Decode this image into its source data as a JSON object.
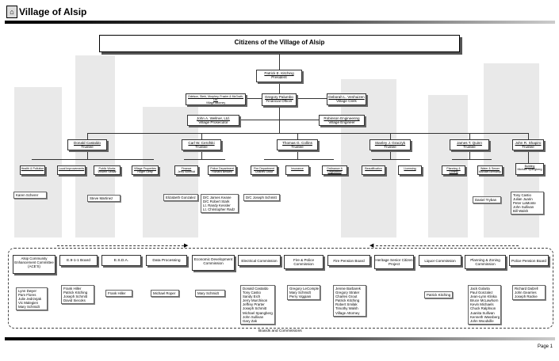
{
  "header": {
    "title": "Village of Alsip"
  },
  "chart": {
    "title": "Citizens of the Village of Alsip"
  },
  "president": {
    "name": "Patrick E. Kitching",
    "title": "President"
  },
  "financial_officer": {
    "name": "Gregory Palumbo",
    "title": "Financial Officer"
  },
  "village_attorney": {
    "name": "Odelson, Sterk, Murphey, Frazier & McGrath, Ltd.",
    "title": "Village Attorney"
  },
  "village_clerk": {
    "name": "Deborah L. Venhuizen",
    "title": "Village Clerk"
  },
  "village_prosecutor": {
    "name": "John A. Wellner, Ltd.",
    "title": "Village Prosecutor"
  },
  "village_engineer": {
    "name": "Robinson Engineering",
    "title": "Village Engineer"
  },
  "trustees": [
    {
      "name": "Donald Castaldo",
      "title": "Trustee"
    },
    {
      "name": "Carl W. Cerofski",
      "title": "Trustee"
    },
    {
      "name": "Thomas G. Collins",
      "title": "Trustee"
    },
    {
      "name": "Stanley J. Graczyk",
      "title": "Trustee"
    },
    {
      "name": "James T. Quinn",
      "title": "Trustee"
    },
    {
      "name": "John R. Shapiro",
      "title": "Trustee"
    }
  ],
  "departments": [
    {
      "name": "Health & Pollution",
      "sub": ""
    },
    {
      "name": "Local Improvements",
      "sub": ""
    },
    {
      "name": "Public Works",
      "sub": "Vincent Sedlar"
    },
    {
      "name": "Village Properties",
      "sub": "Roger Getty"
    },
    {
      "name": "Finance",
      "sub": "Jerry Schmidt"
    },
    {
      "name": "Police Department",
      "sub": "Richard Bessett"
    },
    {
      "name": "Fire Department",
      "sub": "Charles Grout"
    },
    {
      "name": "Insurance",
      "sub": ""
    },
    {
      "name": "Ordinance & Legislation",
      "sub": ""
    },
    {
      "name": "Beautification",
      "sub": ""
    },
    {
      "name": "Licensing",
      "sub": ""
    },
    {
      "name": "Planning & Zoning",
      "sub": ""
    },
    {
      "name": "Water & Sewer",
      "sub": "Michael Bernardy"
    },
    {
      "name": "Building",
      "sub": "Michael Spangberg"
    }
  ],
  "staff": {
    "karen": "Karen Scherer",
    "steve": "Steve Martinez",
    "elizabeth": "Elizabeth Gonzalez",
    "police": [
      "D/C James Keane",
      "D/C Robert Stark",
      "Lt. Randy Kessler",
      "Lt. Christopher Radz"
    ],
    "joseph": "D/C Joseph Schmitt",
    "daniel": "Daniel Tryban",
    "building": [
      "Tony Castio",
      "Julian Juarin",
      "Peter LaMonte",
      "John Sullivan",
      "Bill Walsh"
    ]
  },
  "boards": [
    {
      "title": "Alsip Community Enhancement Committee (ACE'S)",
      "members": [
        "Lynn Dwyer",
        "Pam Flores",
        "Julie Jedrzejak",
        "Vic Malegien",
        "Mary Schmidt"
      ]
    },
    {
      "title": "E.9-1-1 Board",
      "members": [
        "Frank Hiller",
        "Patrick Kitching",
        "Joseph Schmitt",
        "David Siecoks"
      ]
    },
    {
      "title": "E.S.D.A.",
      "members": [
        "Frank Hiller"
      ]
    },
    {
      "title": "Data Processing",
      "members": [
        "Michael Roper"
      ]
    },
    {
      "title": "Economic Development Commission",
      "members": [
        "Mary Schmidt"
      ]
    },
    {
      "title": "Electrical Commission",
      "members": [
        "Donald Castaldo",
        "Tony Castio",
        "Sandy Eich",
        "Jerry Murchison",
        "Jeffrey Prarter",
        "Joseph Schmitt",
        "Michael Spangberg",
        "John Sullivan",
        "Gary Zak"
      ]
    },
    {
      "title": "Fire & Police Commission",
      "members": [
        "Gregory LeComple",
        "Mary Schmidt",
        "Perry Viggiani"
      ]
    },
    {
      "title": "Fire Pension Board",
      "members": [
        "Jennie Barbarek",
        "Gregory Strater",
        "Charles Grout",
        "Patrick Kitching",
        "Robert Smilak",
        "Timothy Walsh",
        "Village Attorney"
      ]
    },
    {
      "title": "Heritage Senior Citizen Project",
      "members": []
    },
    {
      "title": "Liquor Commission",
      "members": [
        "Patrick Kitching"
      ]
    },
    {
      "title": "Planning & Zoning Commission",
      "members": [
        "Jack Golarta",
        "Paul Gonzalez",
        "Jean-Lynn Klinka",
        "Bruce McLawhorn",
        "Kevin Michaels",
        "Chuck Ralphson",
        "Juanita Sullivan",
        "Kenneth Wassberg",
        "John Woodville"
      ]
    },
    {
      "title": "Police Pension Board",
      "members": [
        "Richard Dalzell",
        "John Gearries",
        "Joseph Rackie"
      ]
    }
  ],
  "footer": {
    "caption": "Boards and Commissions",
    "page": "Page 1"
  }
}
